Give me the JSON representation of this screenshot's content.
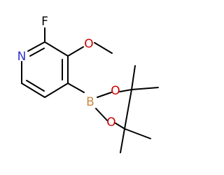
{
  "molecule": {
    "atoms": {
      "fluorine": {
        "symbol": "F",
        "color": "#000000"
      },
      "nitrogen": {
        "symbol": "N",
        "color": "#3333cc"
      },
      "methoxy_oxygen": {
        "symbol": "O",
        "color": "#cc0000"
      },
      "boron": {
        "symbol": "B",
        "color": "#cc8844"
      },
      "boronate_oxygen_top": {
        "symbol": "O",
        "color": "#cc0000"
      },
      "boronate_oxygen_bottom": {
        "symbol": "O",
        "color": "#cc0000"
      }
    },
    "colors": {
      "bond": "#000000",
      "background": "#ffffff"
    }
  }
}
